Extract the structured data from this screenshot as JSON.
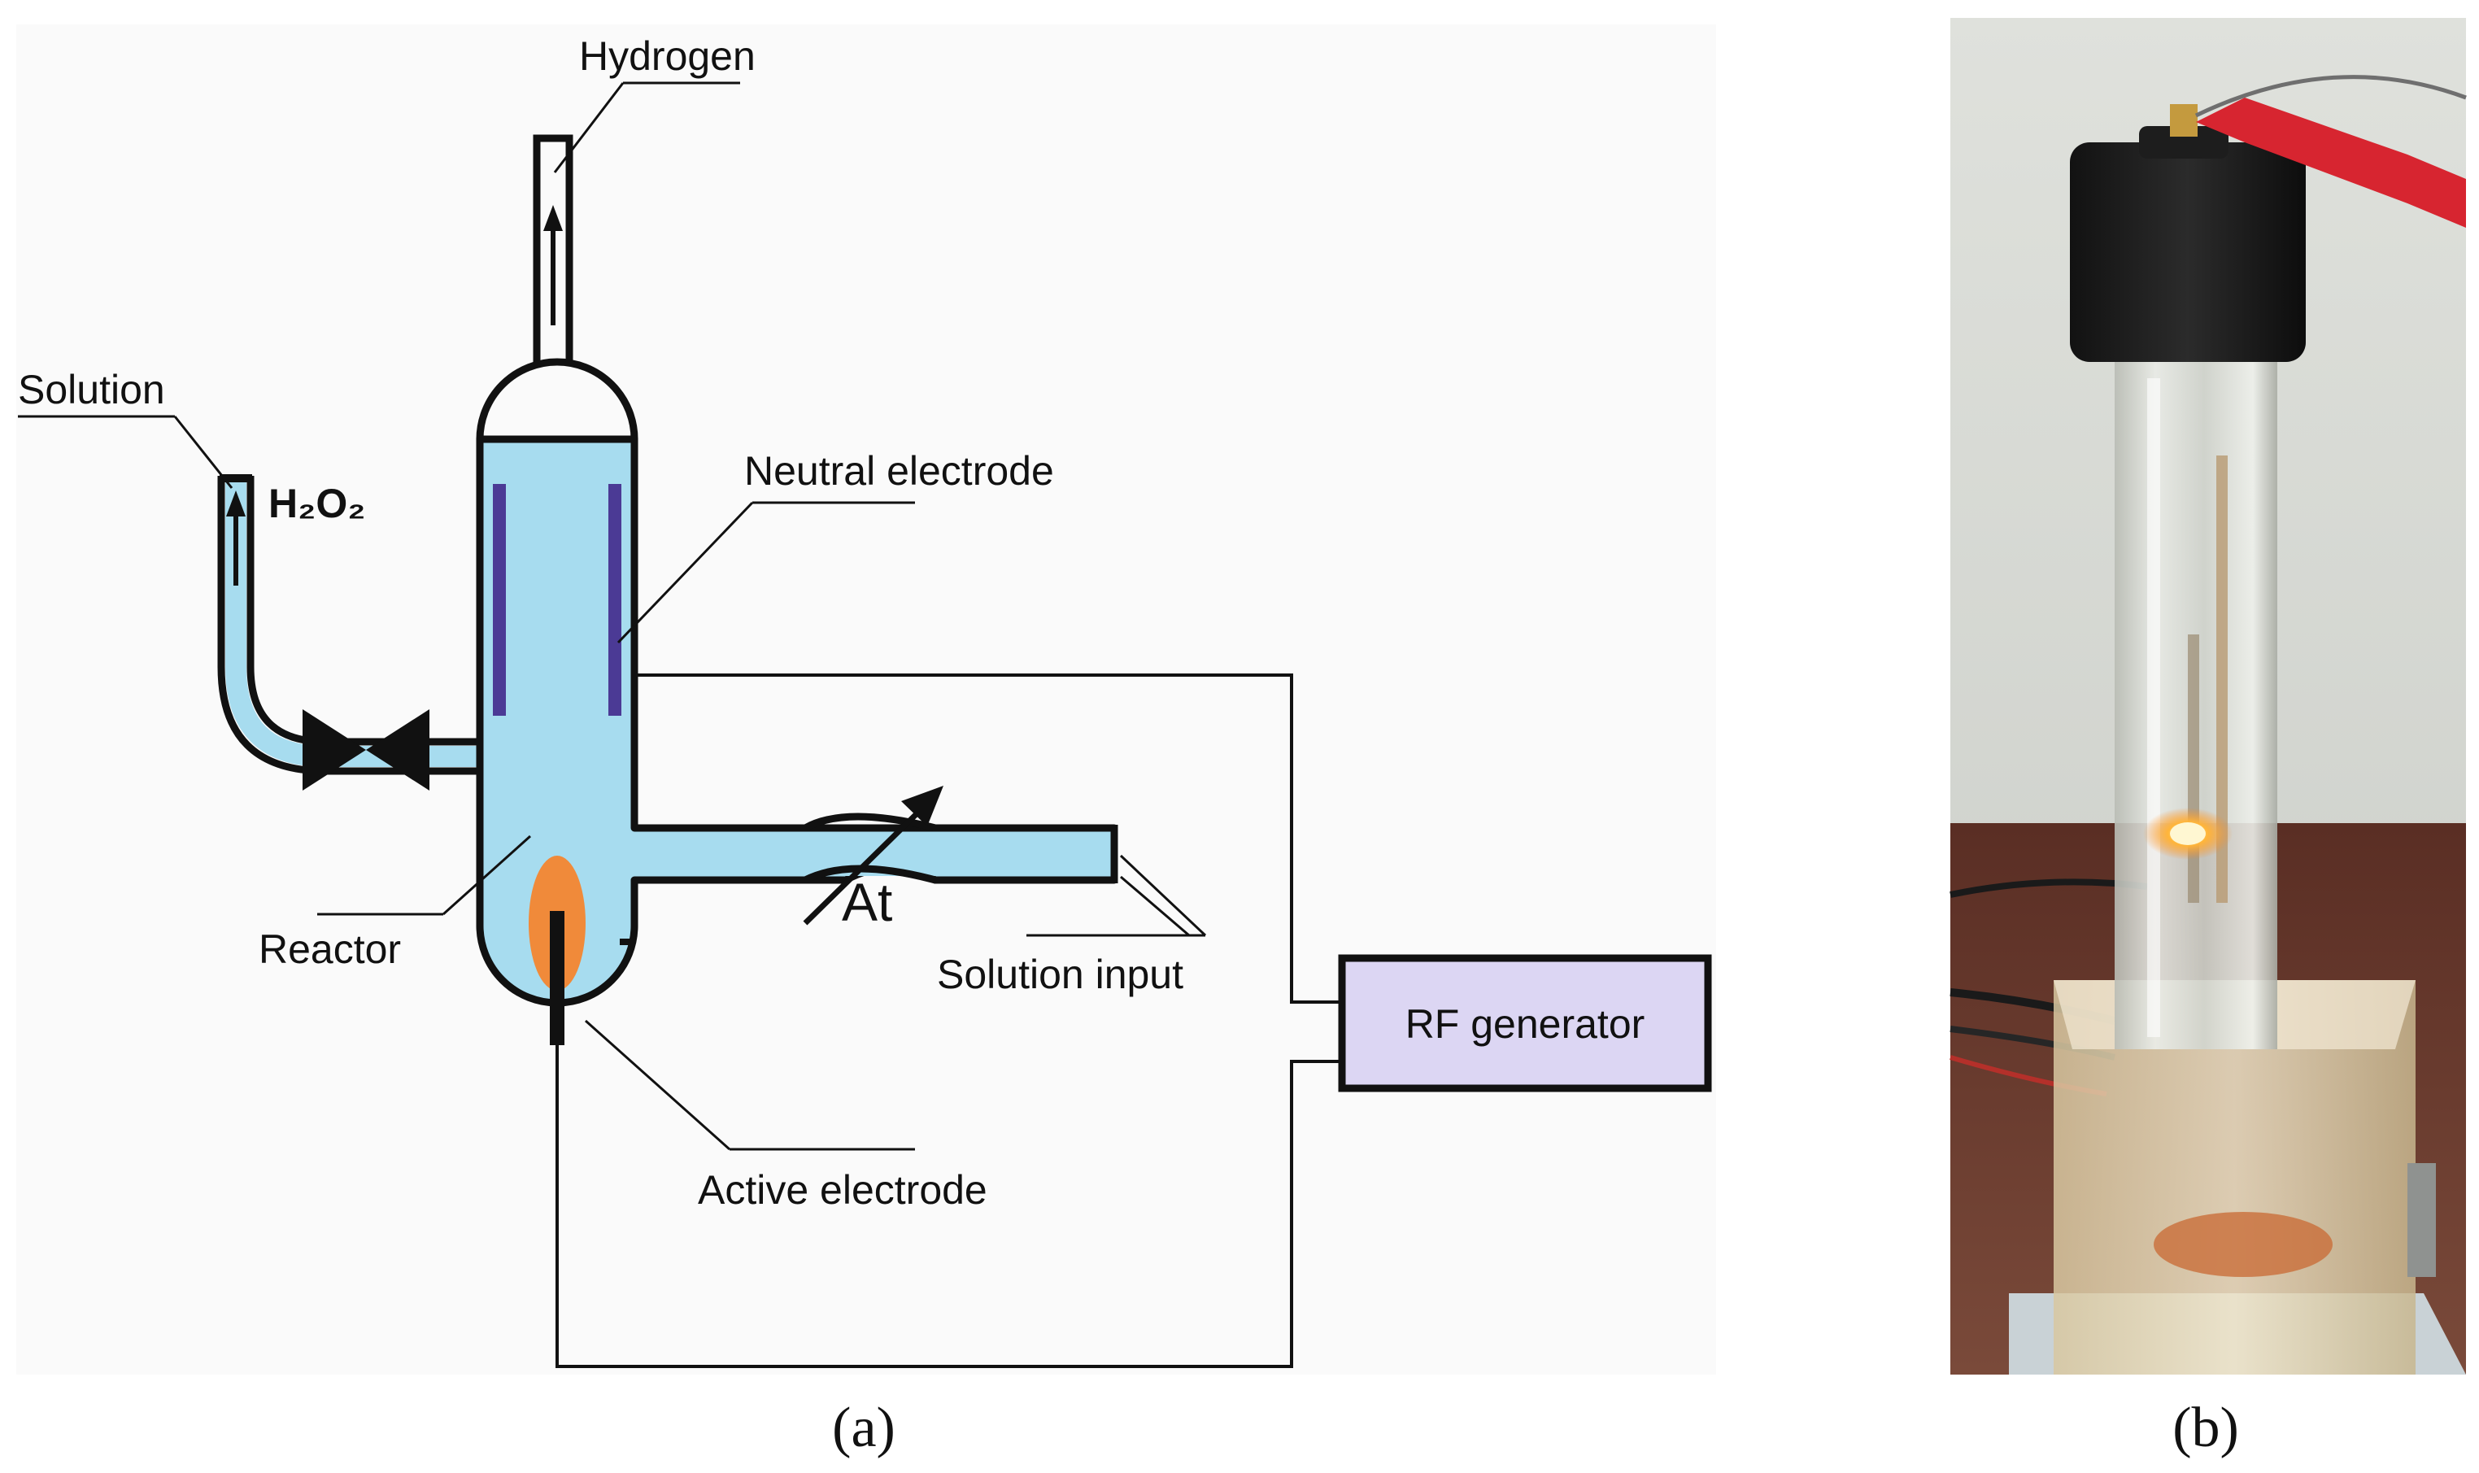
{
  "labels": {
    "hydrogen": "Hydrogen",
    "solution": "Solution",
    "h2o2": "H₂O₂",
    "neutral_electrode": "Neutral electrode",
    "reactor": "Reactor",
    "at": "At",
    "solution_input": "Solution input",
    "rf_generator": "RF generator",
    "active_electrode": "Active electrode"
  },
  "captions": {
    "a": "(a)",
    "b": "(b)"
  },
  "colors": {
    "solution_fill": "#a7dcef",
    "electrode_purple": "#4b3a95",
    "plasma_orange": "#f08a3a",
    "rf_box": "#dcd6f3",
    "outline": "#111111",
    "background": "#fafafa"
  }
}
